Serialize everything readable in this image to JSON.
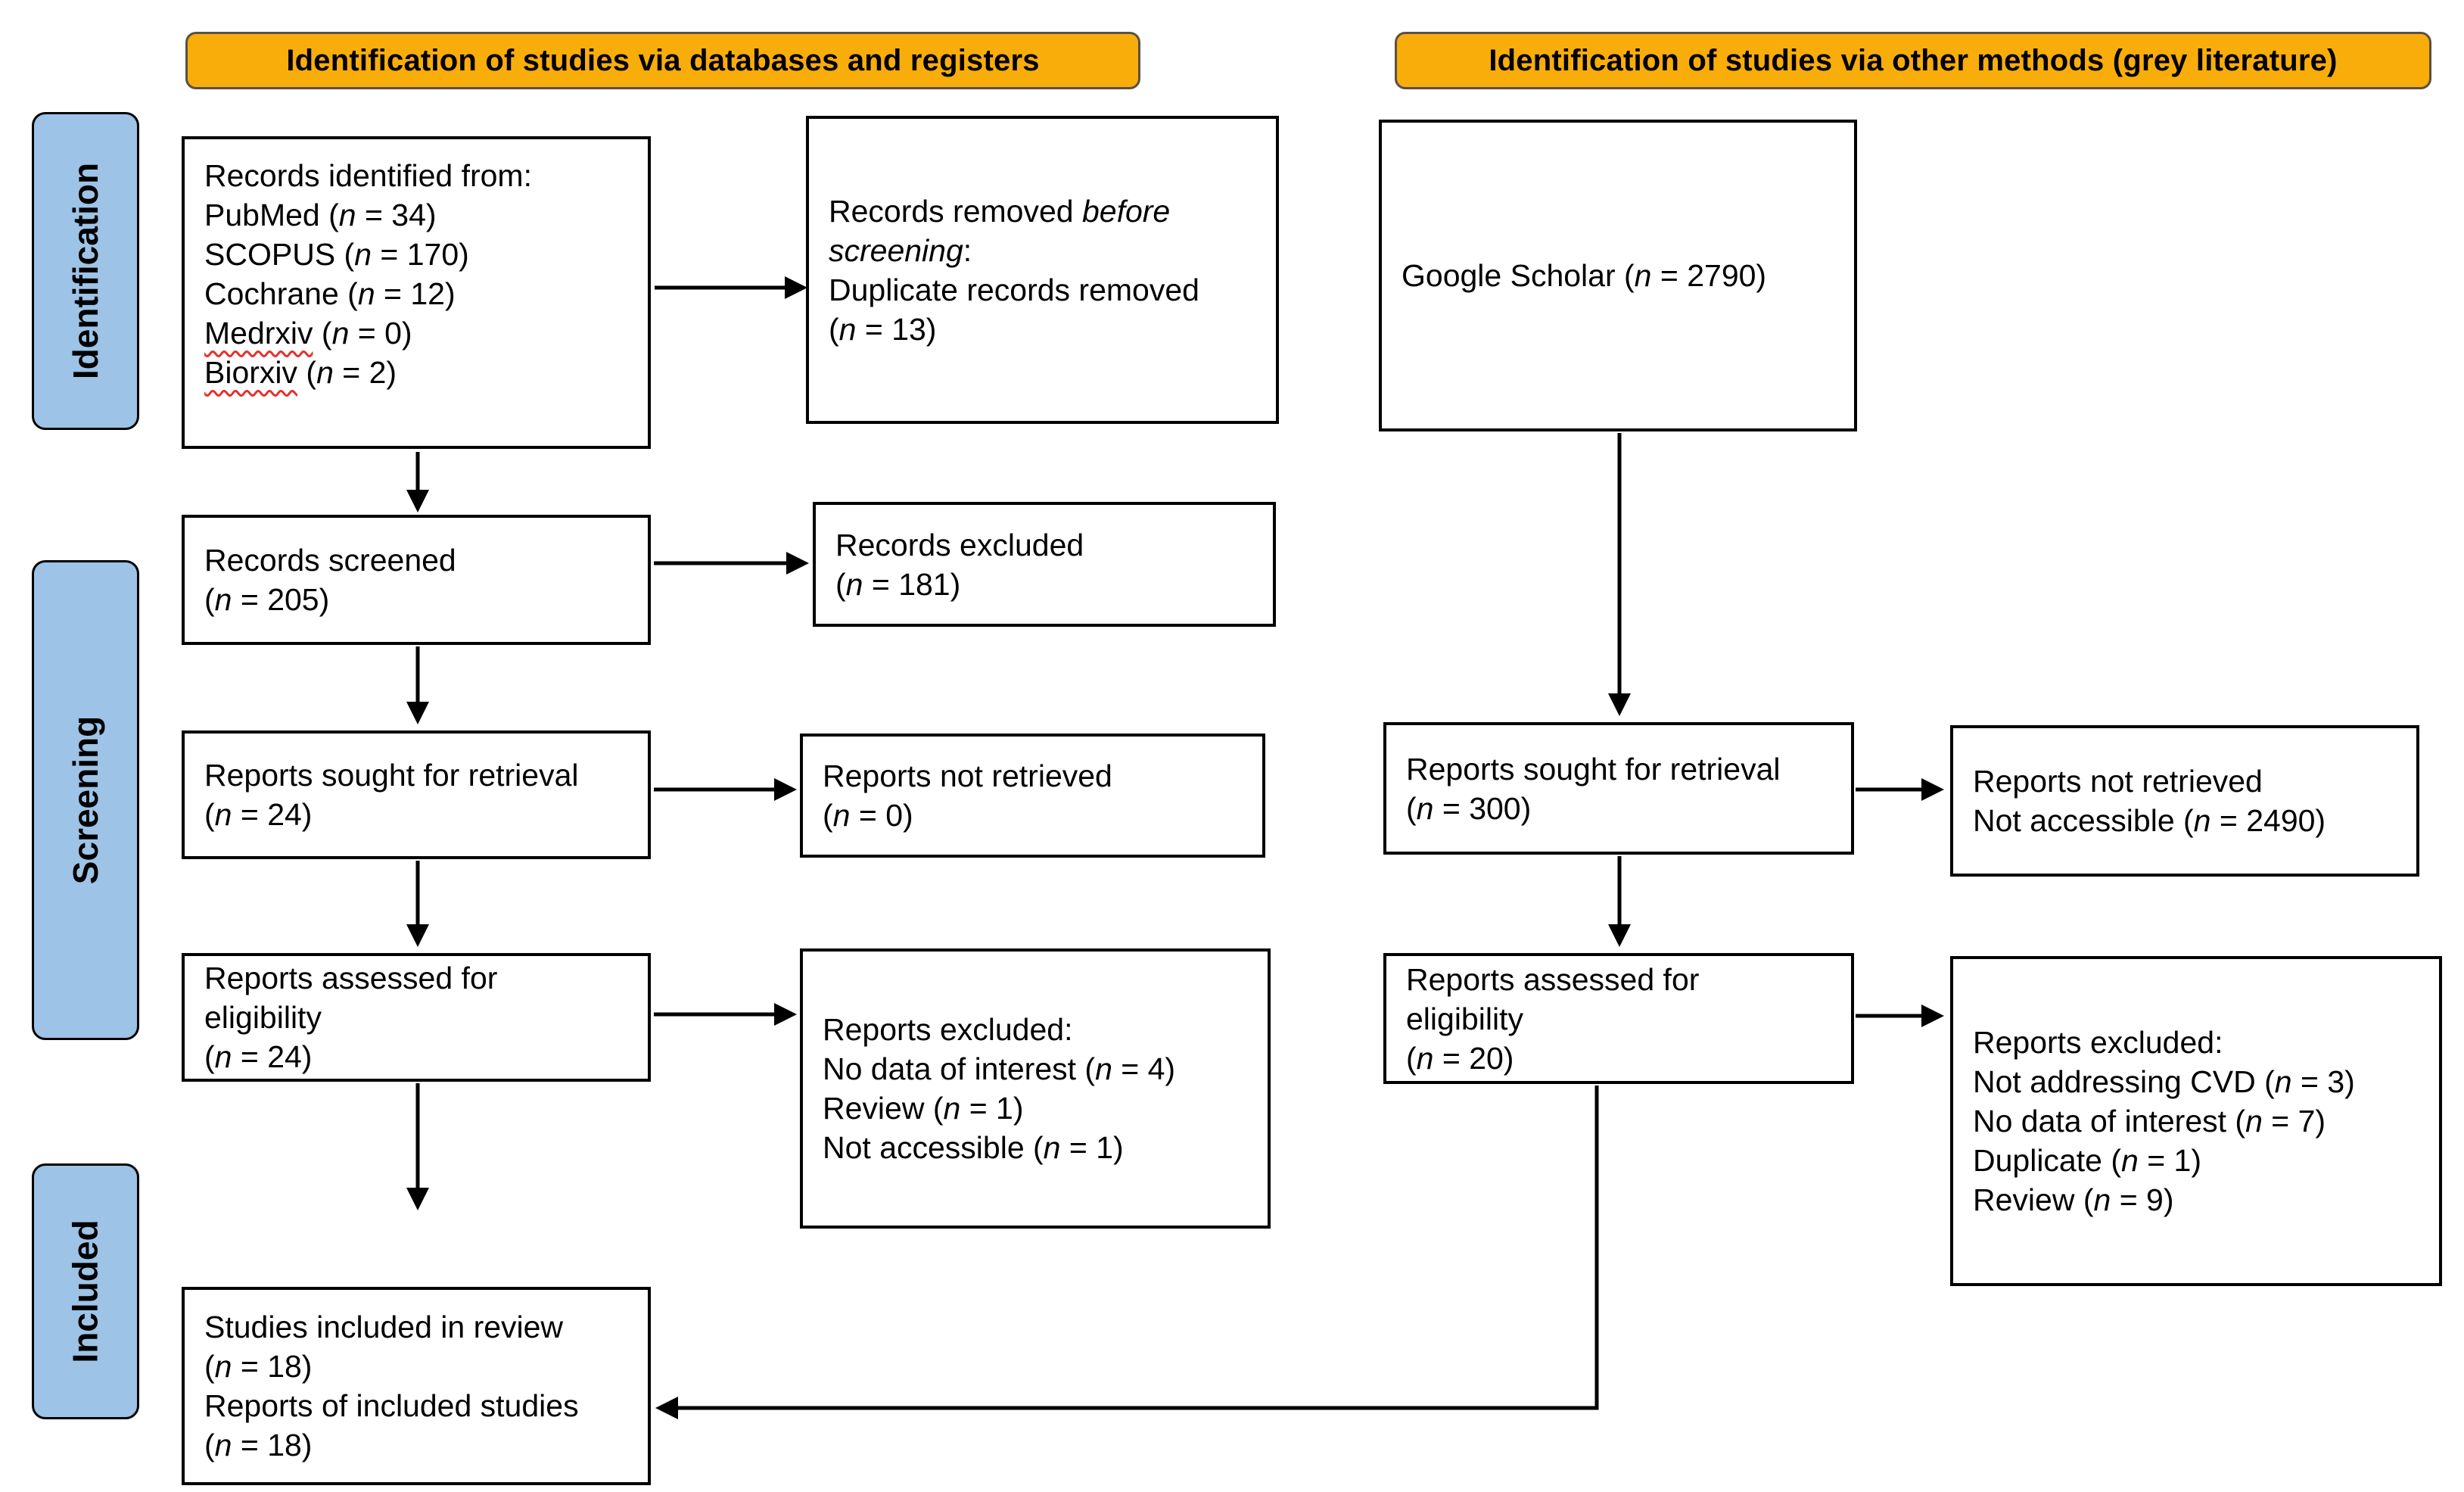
{
  "headers": {
    "databases": "Identification of studies via databases and registers",
    "other": "Identification of studies via other methods (grey literature)"
  },
  "stages": {
    "identification": "Identification",
    "screening": "Screening",
    "included": "Included"
  },
  "colors": {
    "header_bg": "#F9AD0B",
    "header_border": "#595047",
    "stage_bg": "#9DC3E6",
    "ink": "#000000",
    "spellcheck_red": "#E5312B",
    "paper": "#FFFFFF"
  },
  "boxes": {
    "records_identified": {
      "lines": [
        [
          {
            "t": "Records identified from:"
          }
        ],
        [
          {
            "t": "PubMed ("
          },
          {
            "t": "n",
            "i": true
          },
          {
            "t": " = 34)"
          }
        ],
        [
          {
            "t": "SCOPUS ("
          },
          {
            "t": "n",
            "i": true
          },
          {
            "t": " = 170)"
          }
        ],
        [
          {
            "t": "Cochrane ("
          },
          {
            "t": "n",
            "i": true
          },
          {
            "t": " = 12)"
          }
        ],
        [
          {
            "t": "Medrxiv",
            "w": true
          },
          {
            "t": " ("
          },
          {
            "t": "n",
            "i": true
          },
          {
            "t": " = 0)"
          }
        ],
        [
          {
            "t": "Biorxiv",
            "w": true
          },
          {
            "t": " ("
          },
          {
            "t": "n",
            "i": true
          },
          {
            "t": " = 2)"
          }
        ]
      ]
    },
    "records_removed": {
      "lines": [
        [
          {
            "t": "Records removed "
          },
          {
            "t": "before",
            "i": true
          }
        ],
        [
          {
            "t": "screening",
            "i": true
          },
          {
            "t": ":"
          }
        ],
        [
          {
            "t": "Duplicate records removed"
          }
        ],
        [
          {
            "t": "("
          },
          {
            "t": "n",
            "i": true
          },
          {
            "t": " = 13)"
          }
        ]
      ]
    },
    "google_scholar": {
      "lines": [
        [
          {
            "t": "Google Scholar ("
          },
          {
            "t": "n",
            "i": true
          },
          {
            "t": " = 2790)"
          }
        ]
      ]
    },
    "records_screened": {
      "lines": [
        [
          {
            "t": "Records screened"
          }
        ],
        [
          {
            "t": "("
          },
          {
            "t": "n",
            "i": true
          },
          {
            "t": " = 205)"
          }
        ]
      ]
    },
    "records_excluded": {
      "lines": [
        [
          {
            "t": "Records excluded"
          }
        ],
        [
          {
            "t": "("
          },
          {
            "t": "n",
            "i": true
          },
          {
            "t": " = 181)"
          }
        ]
      ]
    },
    "reports_sought_db": {
      "lines": [
        [
          {
            "t": "Reports sought for retrieval"
          }
        ],
        [
          {
            "t": "("
          },
          {
            "t": "n",
            "i": true
          },
          {
            "t": " = 24)"
          }
        ]
      ]
    },
    "reports_not_retrieved_db": {
      "lines": [
        [
          {
            "t": "Reports not retrieved"
          }
        ],
        [
          {
            "t": "("
          },
          {
            "t": "n",
            "i": true
          },
          {
            "t": " = 0)"
          }
        ]
      ]
    },
    "reports_sought_other": {
      "lines": [
        [
          {
            "t": "Reports sought for retrieval"
          }
        ],
        [
          {
            "t": "("
          },
          {
            "t": "n",
            "i": true
          },
          {
            "t": " = 300)"
          }
        ]
      ]
    },
    "reports_not_retrieved_other": {
      "lines": [
        [
          {
            "t": "Reports not retrieved"
          }
        ],
        [
          {
            "t": "Not accessible ("
          },
          {
            "t": "n",
            "i": true
          },
          {
            "t": " = 2490)"
          }
        ]
      ]
    },
    "reports_assessed_db": {
      "lines": [
        [
          {
            "t": "Reports assessed for"
          }
        ],
        [
          {
            "t": "eligibility"
          }
        ],
        [
          {
            "t": "("
          },
          {
            "t": "n",
            "i": true
          },
          {
            "t": " = 24)"
          }
        ]
      ]
    },
    "reports_excluded_db": {
      "lines": [
        [
          {
            "t": "Reports excluded:"
          }
        ],
        [
          {
            "t": "No data of interest ("
          },
          {
            "t": "n",
            "i": true
          },
          {
            "t": " = 4)"
          }
        ],
        [
          {
            "t": "Review ("
          },
          {
            "t": "n",
            "i": true
          },
          {
            "t": " = 1)"
          }
        ],
        [
          {
            "t": "Not accessible ("
          },
          {
            "t": "n",
            "i": true
          },
          {
            "t": " = 1)"
          }
        ]
      ]
    },
    "reports_assessed_other": {
      "lines": [
        [
          {
            "t": "Reports assessed for"
          }
        ],
        [
          {
            "t": "eligibility"
          }
        ],
        [
          {
            "t": "("
          },
          {
            "t": "n",
            "i": true
          },
          {
            "t": " = 20)"
          }
        ]
      ]
    },
    "reports_excluded_other": {
      "lines": [
        [
          {
            "t": "Reports excluded:"
          }
        ],
        [
          {
            "t": "Not addressing CVD ("
          },
          {
            "t": "n",
            "i": true
          },
          {
            "t": " = 3)"
          }
        ],
        [
          {
            "t": "No data of interest ("
          },
          {
            "t": "n",
            "i": true
          },
          {
            "t": " = 7)"
          }
        ],
        [
          {
            "t": "Duplicate ("
          },
          {
            "t": "n",
            "i": true
          },
          {
            "t": " = 1)"
          }
        ],
        [
          {
            "t": "Review ("
          },
          {
            "t": "n",
            "i": true
          },
          {
            "t": " = 9)"
          }
        ]
      ]
    },
    "studies_included": {
      "lines": [
        [
          {
            "t": "Studies included in review"
          }
        ],
        [
          {
            "t": "("
          },
          {
            "t": "n",
            "i": true
          },
          {
            "t": " = 18)"
          }
        ],
        [
          {
            "t": "Reports of included studies"
          }
        ],
        [
          {
            "t": "("
          },
          {
            "t": "n",
            "i": true
          },
          {
            "t": " = 18)"
          }
        ]
      ]
    }
  }
}
